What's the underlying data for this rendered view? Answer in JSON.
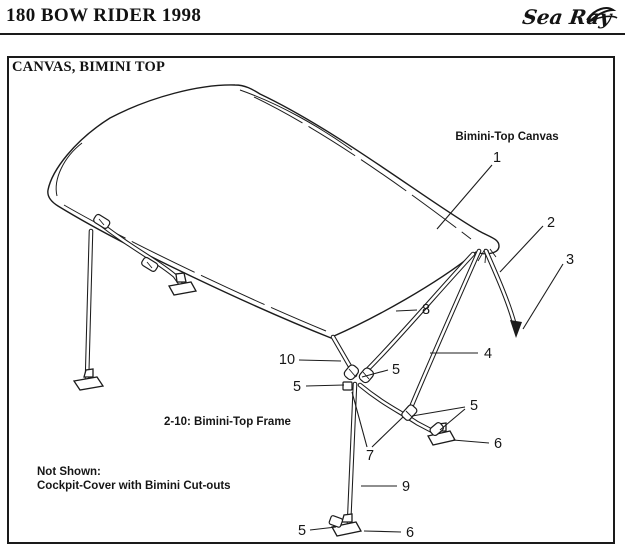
{
  "header": {
    "title": "180 BOW RIDER 1998",
    "brand": "Sea Ray"
  },
  "panel": {
    "title": "CANVAS, BIMINI TOP"
  },
  "diagram": {
    "canvas_label": "Bimini-Top Canvas",
    "frame_label": "2-10: Bimini-Top Frame",
    "not_shown_title": "Not Shown:",
    "not_shown_item": "Cockpit-Cover with Bimini Cut-outs",
    "callouts": {
      "c1": "1",
      "c2": "2",
      "c3": "3",
      "c4": "4",
      "c7": "7",
      "c8": "8",
      "c9": "9",
      "c10": "10",
      "c5_joint_right": "5",
      "c5_joint_left": "5",
      "c5_strut": "5",
      "c5_bottom": "5",
      "c6_strut": "6",
      "c6_bottom": "6"
    }
  }
}
